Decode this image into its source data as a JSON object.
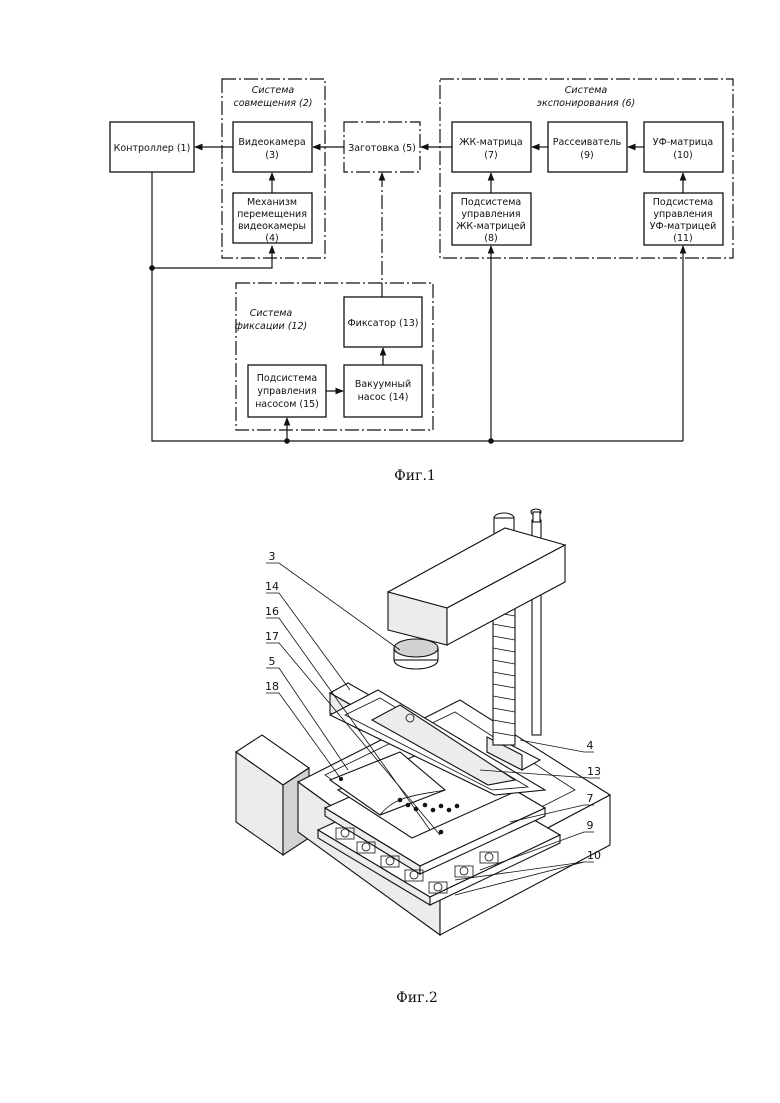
{
  "fig1": {
    "caption": "Фиг.1",
    "systems": {
      "s2": [
        "Система",
        "совмещения (2)"
      ],
      "s6": [
        "Система",
        "экспонирования (6)"
      ],
      "s12": [
        "Система",
        "фиксации (12)"
      ]
    },
    "blocks": {
      "b1": [
        "Контроллер (1)"
      ],
      "b3": [
        "Видеокамера",
        "(3)"
      ],
      "b4": [
        "Механизм",
        "перемещения",
        "видеокамеры",
        "(4)"
      ],
      "b5": [
        "Заготовка (5)"
      ],
      "b7": [
        "ЖК-матрица",
        "(7)"
      ],
      "b9": [
        "Рассеиватель",
        "(9)"
      ],
      "b10": [
        "УФ-матрица",
        "(10)"
      ],
      "b8": [
        "Подсистема",
        "управления",
        "ЖК-матрицей",
        "(8)"
      ],
      "b11": [
        "Подсистема",
        "управления",
        "УФ-матрицей",
        "(11)"
      ],
      "b13": [
        "Фиксатор (13)"
      ],
      "b14": [
        "Вакуумный",
        "насос (14)"
      ],
      "b15": [
        "Подсистема",
        "управления",
        "насосом (15)"
      ]
    }
  },
  "fig2": {
    "caption": "Фиг.2",
    "labels": {
      "l3": "3",
      "l14": "14",
      "l16": "16",
      "l17": "17",
      "l5": "5",
      "l18": "18",
      "l4": "4",
      "l13": "13",
      "l7": "7",
      "l9": "9",
      "l10": "10"
    }
  }
}
